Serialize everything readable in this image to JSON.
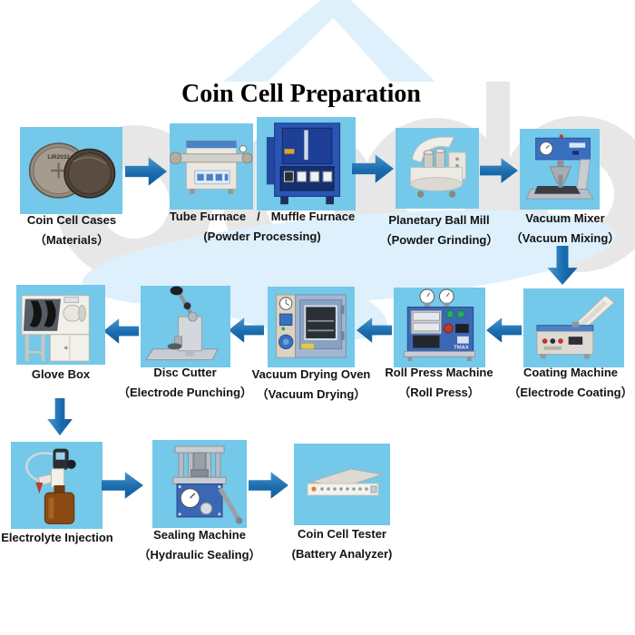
{
  "title": "Coin Cell Preparation",
  "colors": {
    "tile_background": "#74c8e9",
    "arrow_blue": "#1a6cae",
    "label_text": "#141414",
    "title_text": "#000000",
    "watermark_gray": "#e7e7e7",
    "watermark_blue": "#ddf0fb"
  },
  "brands": {
    "coin_text": "LIR2032",
    "roll_press_brand": "TMAX"
  },
  "steps": [
    {
      "name": "Coin Cell Cases",
      "sub": "（Materials）"
    },
    {
      "name": "Tube Furnace",
      "separator": "/",
      "name2": "Muffle Furnace",
      "sub": "(Powder Processing)"
    },
    {
      "name": "Planetary Ball Mill",
      "sub": "（Powder Grinding）"
    },
    {
      "name": "Vacuum Mixer",
      "sub": "（Vacuum Mixing）"
    },
    {
      "name": "Coating Machine",
      "sub": "（Electrode Coating）"
    },
    {
      "name": "Roll Press Machine",
      "sub": "（Roll Press）"
    },
    {
      "name": "Vacuum Drying Oven",
      "sub": "（Vacuum Drying）"
    },
    {
      "name": "Disc Cutter",
      "sub": "（Electrode Punching）"
    },
    {
      "name": "Glove Box",
      "sub": ""
    },
    {
      "name": "Electrolyte Injection",
      "sub": ""
    },
    {
      "name": "Sealing Machine",
      "sub": "（Hydraulic Sealing）"
    },
    {
      "name": "Coin Cell Tester",
      "sub": "(Battery Analyzer)"
    }
  ]
}
